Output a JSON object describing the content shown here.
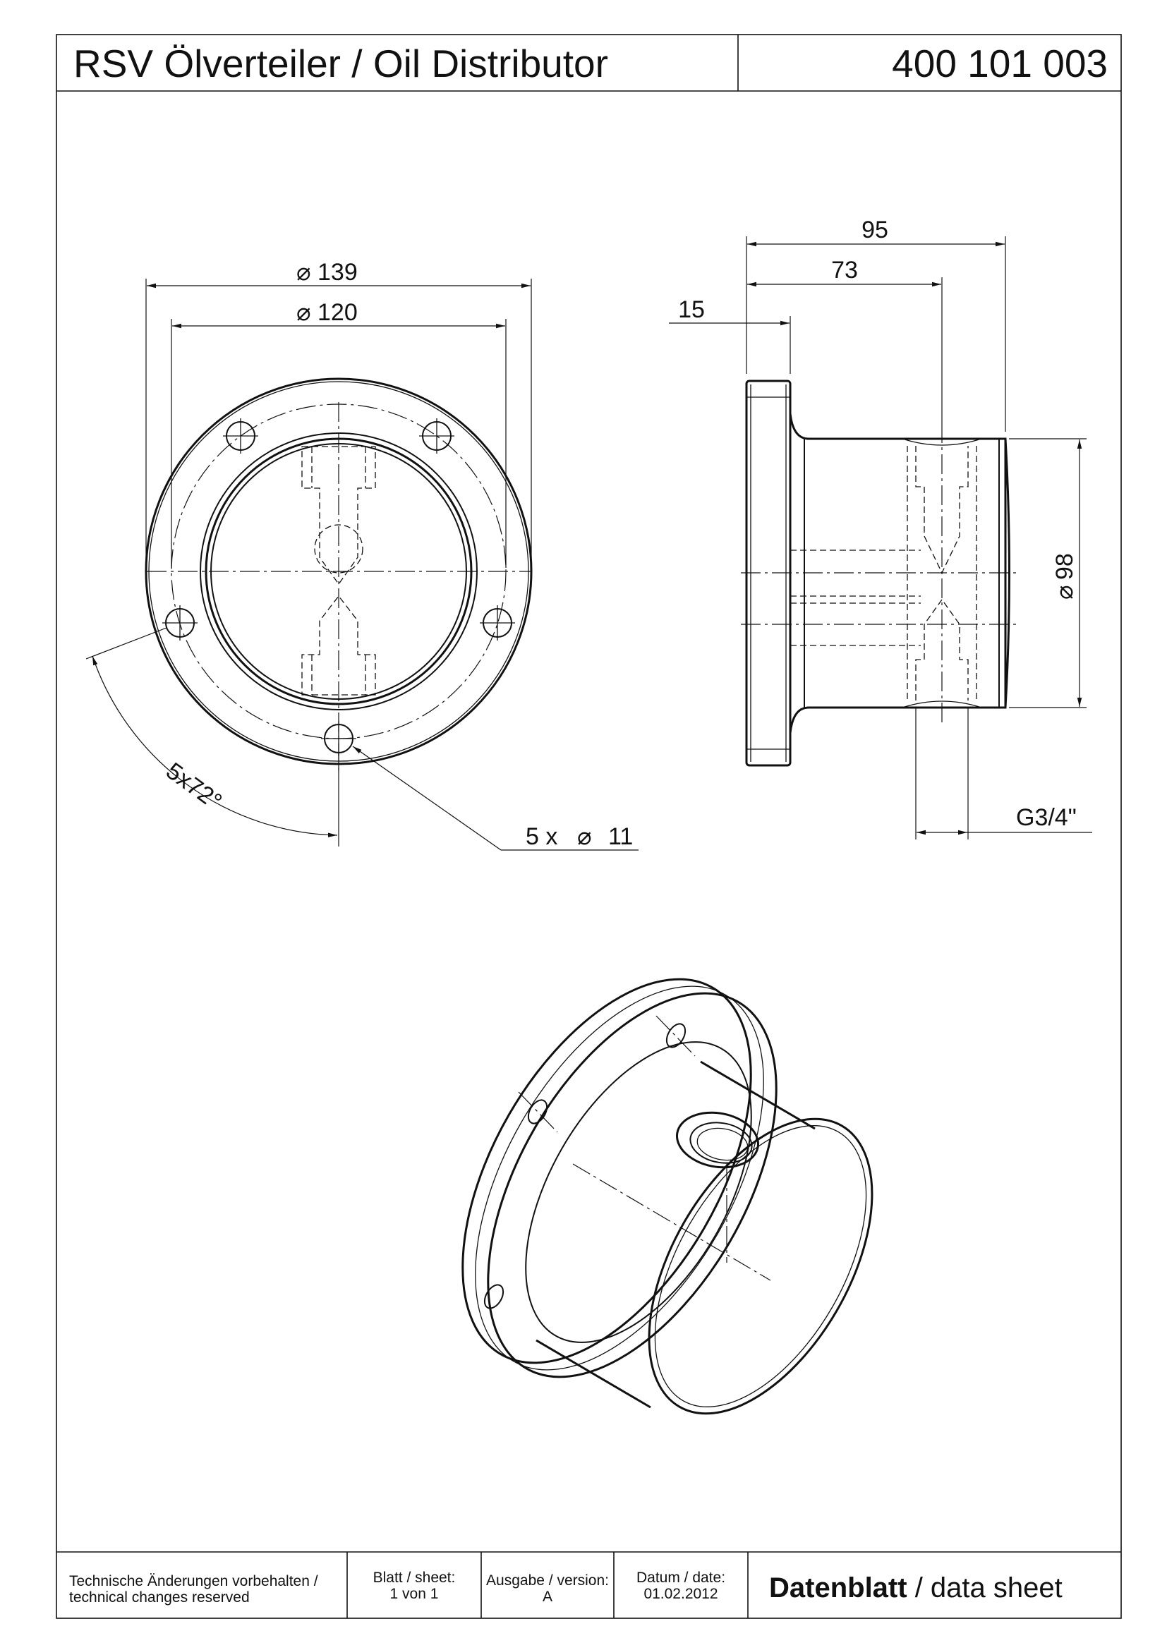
{
  "header": {
    "title": "RSV Ölverteiler / Oil Distributor",
    "part_number": "400 101 003"
  },
  "front_view": {
    "dim_outer_diameter": "139",
    "dim_pitch_diameter": "120",
    "dim_angle": "5x72°",
    "dim_holes": "5 x",
    "dim_holes_value": "11"
  },
  "side_view": {
    "dim_total_length": "95",
    "dim_body_length": "73",
    "dim_flange_thickness": "15",
    "dim_body_diameter": "98",
    "dim_thread": "G3/4\""
  },
  "title_block": {
    "notice_de": "Technische Änderungen vorbehalten /",
    "notice_en": "technical changes reserved",
    "sheet_label": "Blatt / sheet:",
    "sheet_value": "1 von 1",
    "version_label": "Ausgabe / version:",
    "version_value": "A",
    "date_label": "Datum / date:",
    "date_value": "01.02.2012",
    "doc_type_bold": "Datenblatt",
    "doc_type_rest": " / data sheet"
  },
  "symbols": {
    "diameter": "⌀"
  }
}
